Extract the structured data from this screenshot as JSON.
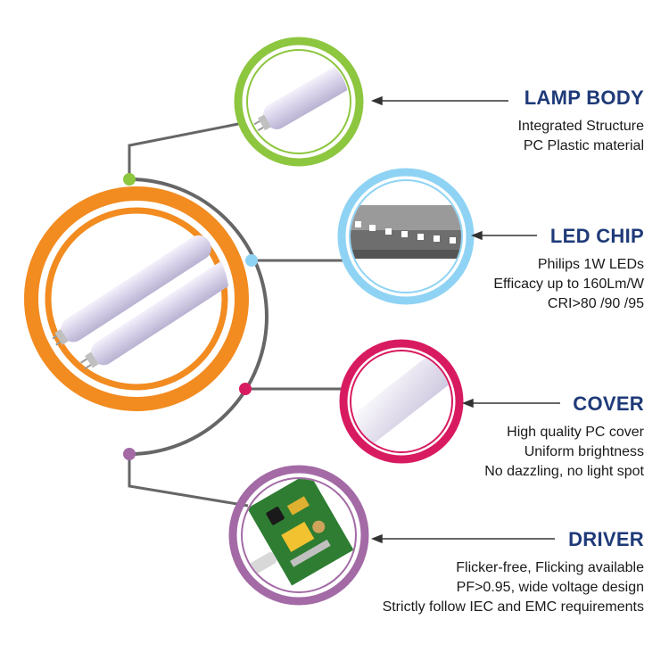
{
  "sections": {
    "lamp_body": {
      "heading": "LAMP BODY",
      "lines": [
        "Integrated Structure",
        "PC Plastic material"
      ],
      "color": "#8dc63f"
    },
    "led_chip": {
      "heading": "LED CHIP",
      "lines": [
        "Philips 1W LEDs",
        "Efficacy up to 160Lm/W",
        "CRI>80 /90 /95"
      ],
      "color": "#8fd3f4"
    },
    "cover": {
      "heading": "COVER",
      "lines": [
        "High quality PC cover",
        "Uniform brightness",
        "No dazzling, no light spot"
      ],
      "color": "#d81b60"
    },
    "driver": {
      "heading": "DRIVER",
      "lines": [
        "Flicker-free, Flicking available",
        "PF>0.95, wide voltage design",
        "Strictly follow IEC and EMC requirements"
      ],
      "color": "#a36aa6"
    }
  },
  "colors": {
    "heading": "#1e3a78",
    "main_ring": "#f28b20",
    "connector": "#666666"
  },
  "icons": {
    "main": "led-tube-pair-icon",
    "lamp_body": "led-tube-end-icon",
    "led_chip": "led-chip-strip-icon",
    "cover": "pc-cover-icon",
    "driver": "driver-board-icon"
  }
}
